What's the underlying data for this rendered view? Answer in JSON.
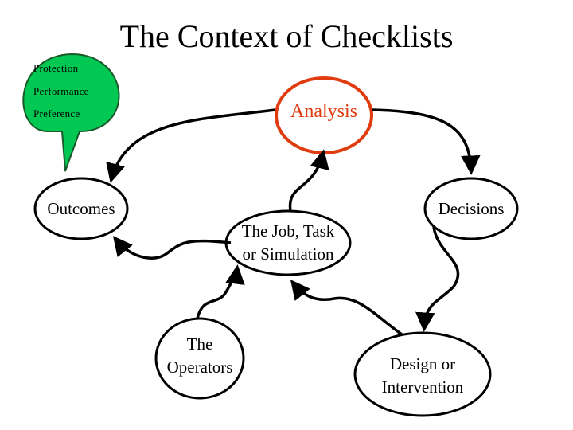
{
  "title": "The Context of Checklists",
  "callout": {
    "items": [
      "Protection",
      "Performance",
      "Preference"
    ],
    "fill": "#00c853"
  },
  "nodes": {
    "analysis": {
      "label": "Analysis",
      "stroke": "#e03c10"
    },
    "outcomes": {
      "label": "Outcomes"
    },
    "decisions": {
      "label": "Decisions"
    },
    "job": {
      "line1": "The Job, Task",
      "line2": "or Simulation"
    },
    "operators": {
      "line1": "The",
      "line2": "Operators"
    },
    "design": {
      "line1": "Design or",
      "line2": "Intervention"
    }
  }
}
